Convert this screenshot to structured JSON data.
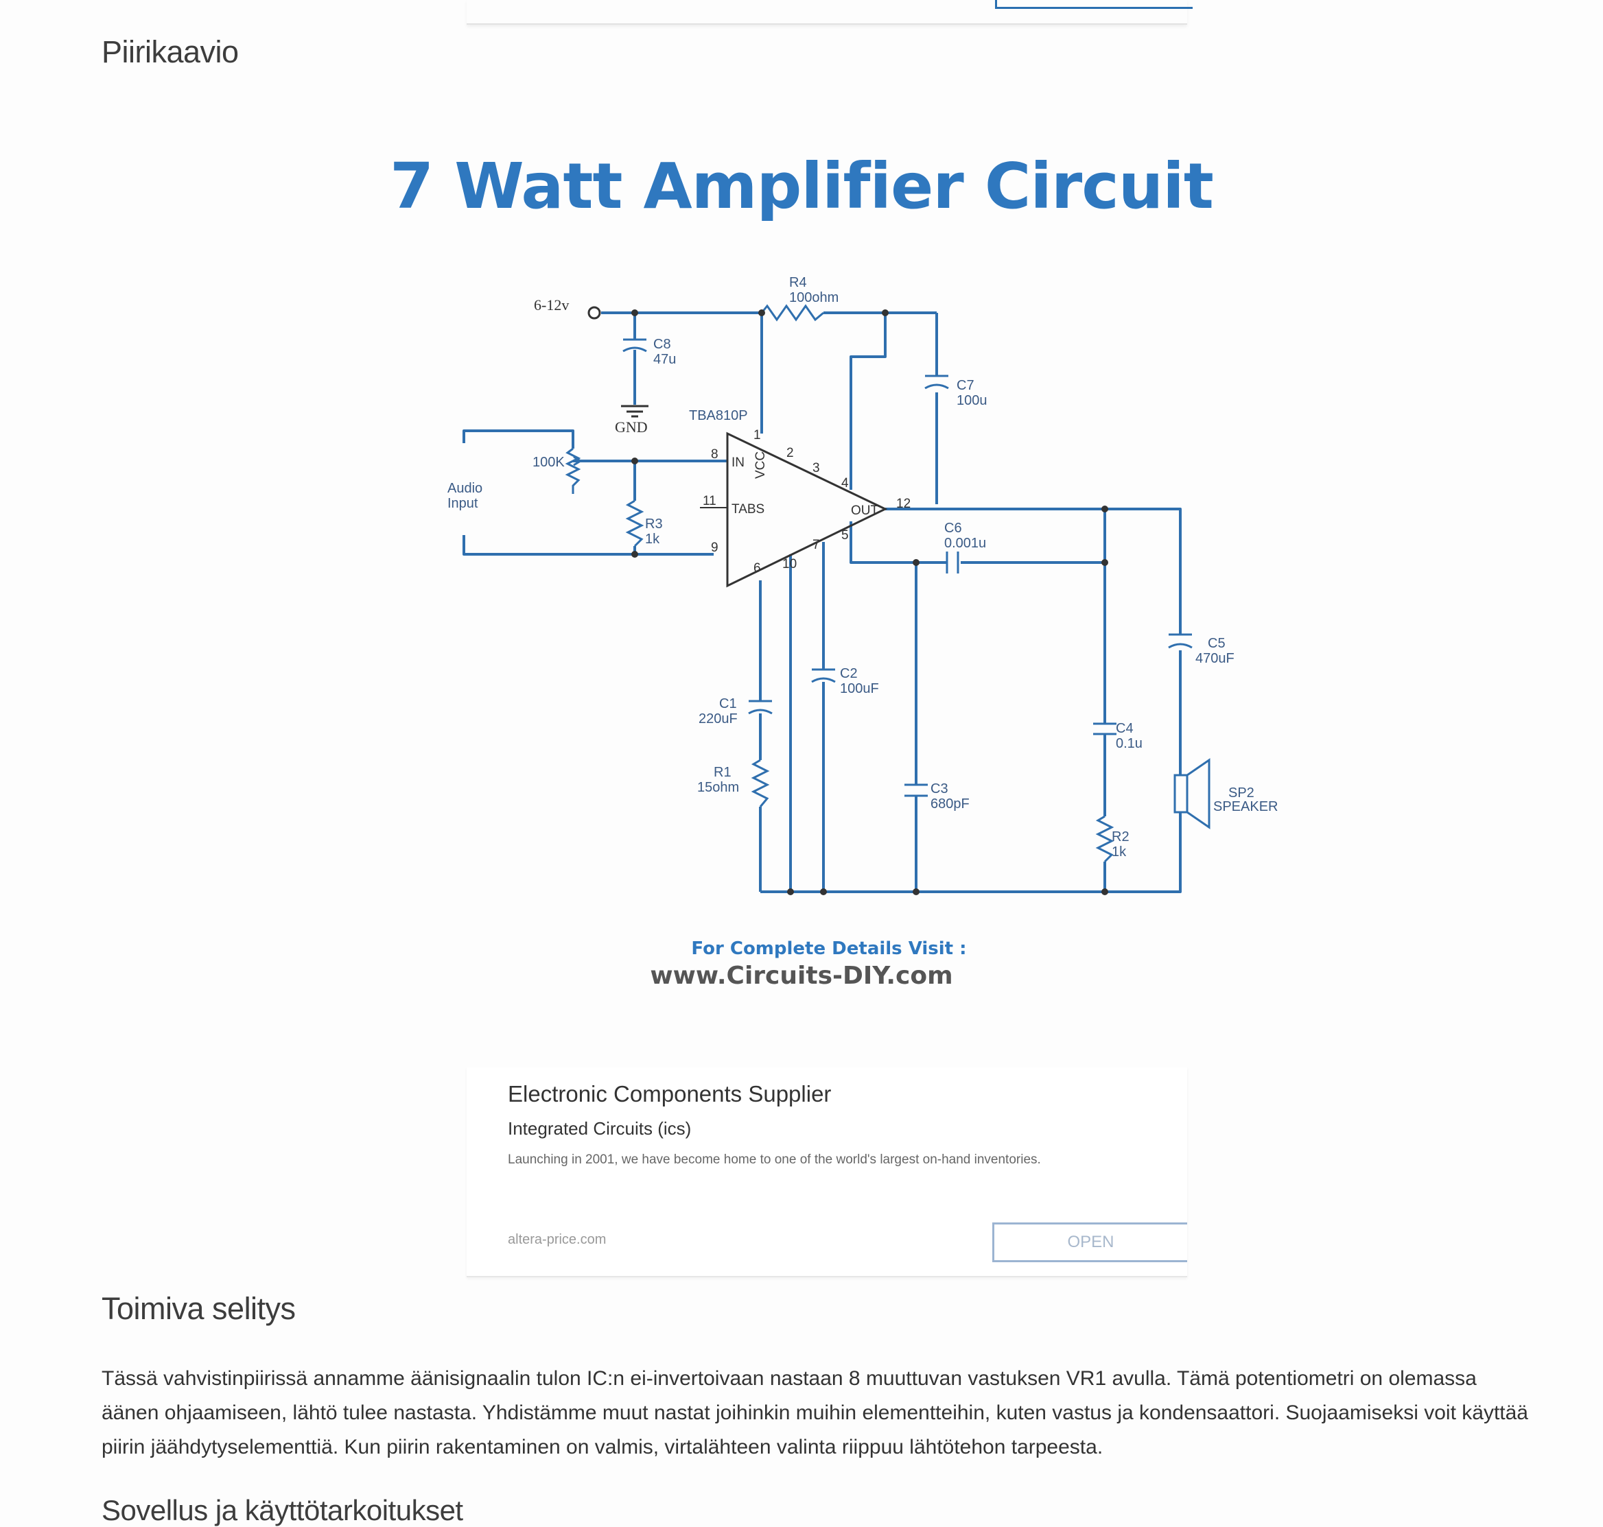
{
  "headings": {
    "schematic": "Piirikaavio",
    "operation": "Toimiva selitys",
    "applications": "Sovellus ja käyttötarkoitukset"
  },
  "diagram": {
    "title": "7 Watt Amplifier Circuit",
    "visit_label": "For Complete Details Visit :",
    "visit_url": "www.Circuits-DIY.com",
    "labels": {
      "supply": "6-12v",
      "gnd": "GND",
      "audio_input_line1": "Audio",
      "audio_input_line2": "Input",
      "pot": "100K",
      "ic": "TBA810P",
      "r4_name": "R4",
      "r4_value": "100ohm",
      "c8_name": "C8",
      "c8_value": "47u",
      "c7_name": "C7",
      "c7_value": "100u",
      "r3_name": "R3",
      "r3_value": "1k",
      "c6_name": "C6",
      "c6_value": "0.001u",
      "c2_name": "C2",
      "c2_value": "100uF",
      "c1_name": "C1",
      "c1_value": "220uF",
      "r1_name": "R1",
      "r1_value": "15ohm",
      "c3_name": "C3",
      "c3_value": "680pF",
      "c5_name": "C5",
      "c5_value": "470uF",
      "c4_name": "C4",
      "c4_value": "0.1u",
      "r2_name": "R2",
      "r2_value": "1k",
      "sp_name": "SP2",
      "sp_value": "SPEAKER"
    },
    "pins": {
      "in": "IN",
      "vcc": "VCC",
      "tabs": "TABS",
      "out": "OUT",
      "p1": "1",
      "p2": "2",
      "p3": "3",
      "p4": "4",
      "p5": "5",
      "p6": "6",
      "p7": "7",
      "p8": "8",
      "p9": "9",
      "p10": "10",
      "p11": "11",
      "p12": "12"
    },
    "colors": {
      "wire": "#2f6fae",
      "title": "#2f78bf"
    }
  },
  "ad": {
    "title": "Electronic Components Supplier",
    "subtitle": "Integrated Circuits (ics)",
    "description": "Launching in 2001, we have become home to one of the world's largest on-hand inventories.",
    "domain": "altera-price.com",
    "button": "OPEN"
  },
  "paragraph": "Tässä vahvistinpiirissä annamme äänisignaalin tulon IC:n ei-invertoivaan nastaan 8 muuttuvan vastuksen VR1 avulla. Tämä potentiometri on olemassa äänen ohjaamiseen, lähtö tulee nastasta. Yhdistämme muut nastat joihinkin muihin elementteihin, kuten vastus ja kondensaattori. Suojaamiseksi voit käyttää piirin jäähdytyselementtiä. Kun piirin rakentaminen on valmis, virtalähteen valinta riippuu lähtötehon tarpeesta."
}
